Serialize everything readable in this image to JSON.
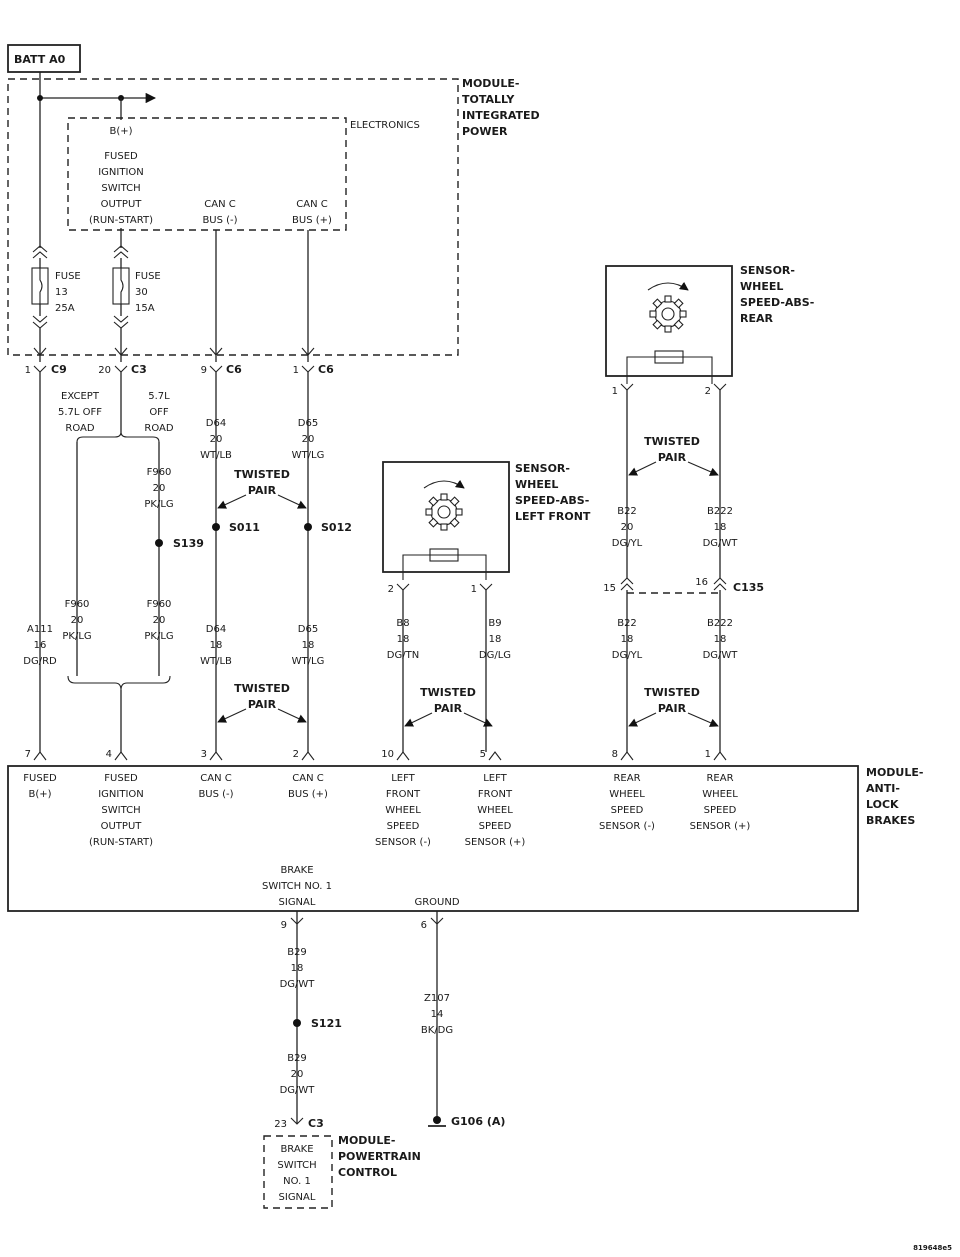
{
  "title_box": "BATT A0",
  "figure_id": "819648e5",
  "tipm": {
    "name": [
      "MODULE-",
      "TOTALLY",
      "INTEGRATED",
      "POWER"
    ],
    "electronics": "ELECTRONICS",
    "b_plus": "B(+)",
    "fused_output": [
      "FUSED",
      "IGNITION",
      "SWITCH",
      "OUTPUT",
      "(RUN-START)"
    ],
    "canc_minus": [
      "CAN C",
      "BUS (-)"
    ],
    "canc_plus": [
      "CAN C",
      "BUS (+)"
    ],
    "fuse13": [
      "FUSE",
      "13",
      "25A"
    ],
    "fuse30": [
      "FUSE",
      "30",
      "15A"
    ]
  },
  "connectors": {
    "c9_pin": "1",
    "c9": "C9",
    "c3_pin": "20",
    "c3": "C3",
    "c6a_pin": "9",
    "c6a": "C6",
    "c6b_pin": "1",
    "c6b": "C6",
    "c135": "C135",
    "c135_pin15": "15",
    "c135_pin16": "16",
    "pcm_pin": "23",
    "pcm_conn": "C3"
  },
  "option_labels": {
    "except": [
      "EXCEPT",
      "5.7L OFF",
      "ROAD"
    ],
    "offroad": [
      "5.7L",
      "OFF",
      "ROAD"
    ]
  },
  "wires": {
    "f960_top": [
      "F960",
      "20",
      "PK/LG"
    ],
    "f960_left": [
      "F960",
      "20",
      "PK/LG"
    ],
    "f960_right": [
      "F960",
      "20",
      "PK/LG"
    ],
    "a111": [
      "A111",
      "16",
      "DG/RD"
    ],
    "d64_top": [
      "D64",
      "20",
      "WT/LB"
    ],
    "d65_top": [
      "D65",
      "20",
      "WT/LG"
    ],
    "d64_bot": [
      "D64",
      "18",
      "WT/LB"
    ],
    "d65_bot": [
      "D65",
      "18",
      "WT/LG"
    ],
    "b8": [
      "B8",
      "18",
      "DG/TN"
    ],
    "b9": [
      "B9",
      "18",
      "DG/LG"
    ],
    "b22_top": [
      "B22",
      "20",
      "DG/YL"
    ],
    "b222_top": [
      "B222",
      "18",
      "DG/WT"
    ],
    "b22_bot": [
      "B22",
      "18",
      "DG/YL"
    ],
    "b222_bot": [
      "B222",
      "18",
      "DG/WT"
    ],
    "b29_top": [
      "B29",
      "18",
      "DG/WT"
    ],
    "b29_bot": [
      "B29",
      "20",
      "DG/WT"
    ],
    "z107": [
      "Z107",
      "14",
      "BK/DG"
    ]
  },
  "splices": {
    "s139": "S139",
    "s011": "S011",
    "s012": "S012",
    "s121": "S121"
  },
  "twisted_pair": [
    "TWISTED",
    "PAIR"
  ],
  "sensor_lf": {
    "name": [
      "SENSOR-",
      "WHEEL",
      "SPEED-ABS-",
      "LEFT FRONT"
    ],
    "pin_left": "2",
    "pin_right": "1"
  },
  "sensor_rear": {
    "name": [
      "SENSOR-",
      "WHEEL",
      "SPEED-ABS-",
      "REAR"
    ],
    "pin_left": "1",
    "pin_right": "2"
  },
  "abs": {
    "name": [
      "MODULE-",
      "ANTI-",
      "LOCK",
      "BRAKES"
    ],
    "pins": [
      "7",
      "4",
      "3",
      "2",
      "10",
      "5",
      "8",
      "1"
    ],
    "labels": [
      [
        "FUSED",
        "B(+)"
      ],
      [
        "FUSED",
        "IGNITION",
        "SWITCH",
        "OUTPUT",
        "(RUN-START)"
      ],
      [
        "CAN C",
        "BUS (-)"
      ],
      [
        "CAN C",
        "BUS (+)"
      ],
      [
        "LEFT",
        "FRONT",
        "WHEEL",
        "SPEED",
        "SENSOR (-)"
      ],
      [
        "LEFT",
        "FRONT",
        "WHEEL",
        "SPEED",
        "SENSOR (+)"
      ],
      [
        "REAR",
        "WHEEL",
        "SPEED",
        "SENSOR (-)"
      ],
      [
        "REAR",
        "WHEEL",
        "SPEED",
        "SENSOR (+)"
      ]
    ],
    "brake_label": [
      "BRAKE",
      "SWITCH NO. 1",
      "SIGNAL"
    ],
    "brake_pin": "9",
    "ground_label": "GROUND",
    "ground_pin": "6"
  },
  "ground": "G106 (A)",
  "pcm": {
    "name": [
      "MODULE-",
      "POWERTRAIN",
      "CONTROL"
    ],
    "label": [
      "BRAKE",
      "SWITCH",
      "NO. 1",
      "SIGNAL"
    ]
  }
}
